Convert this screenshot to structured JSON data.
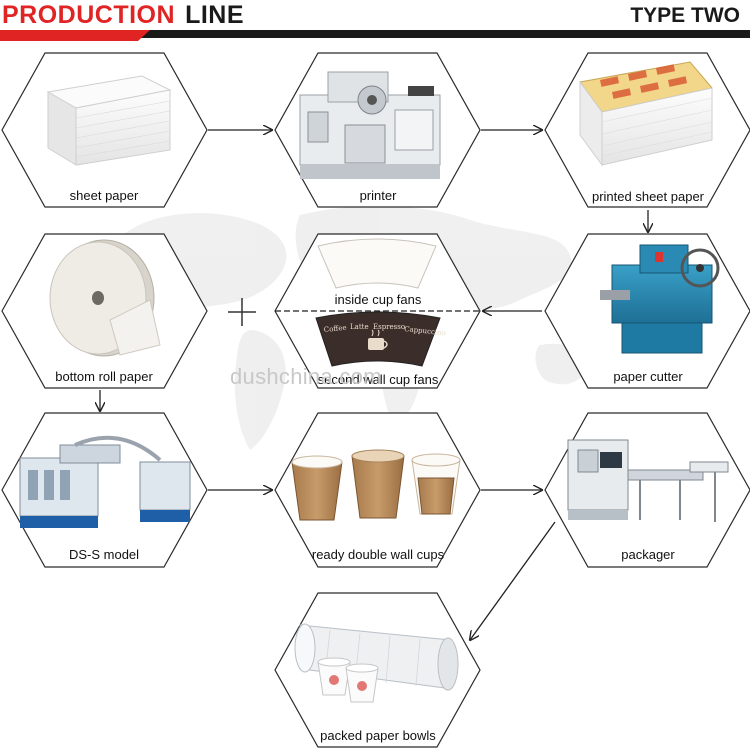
{
  "header": {
    "title_red": "PRODUCTION",
    "title_dark": "LINE",
    "type_label": "TYPE TWO",
    "accent_color": "#e02424"
  },
  "nodes": {
    "sheet_paper": "sheet paper",
    "printer": "printer",
    "printed_sheet_paper": "printed sheet paper",
    "bottom_roll_paper": "bottom roll paper",
    "inside_cup_fans": "inside cup fans",
    "second_wall_cup_fans": "second wall cup fans",
    "paper_cutter": "paper cutter",
    "ds_s_model": "DS-S model",
    "ready_double_wall_cups": "ready double wall cups",
    "packager": "packager",
    "packed_paper_bowls": "packed paper bowls"
  },
  "fan_print_words": [
    "Coffee",
    "Latte",
    "Espresso",
    "Cappuccino"
  ],
  "watermark": "dushchina.com"
}
